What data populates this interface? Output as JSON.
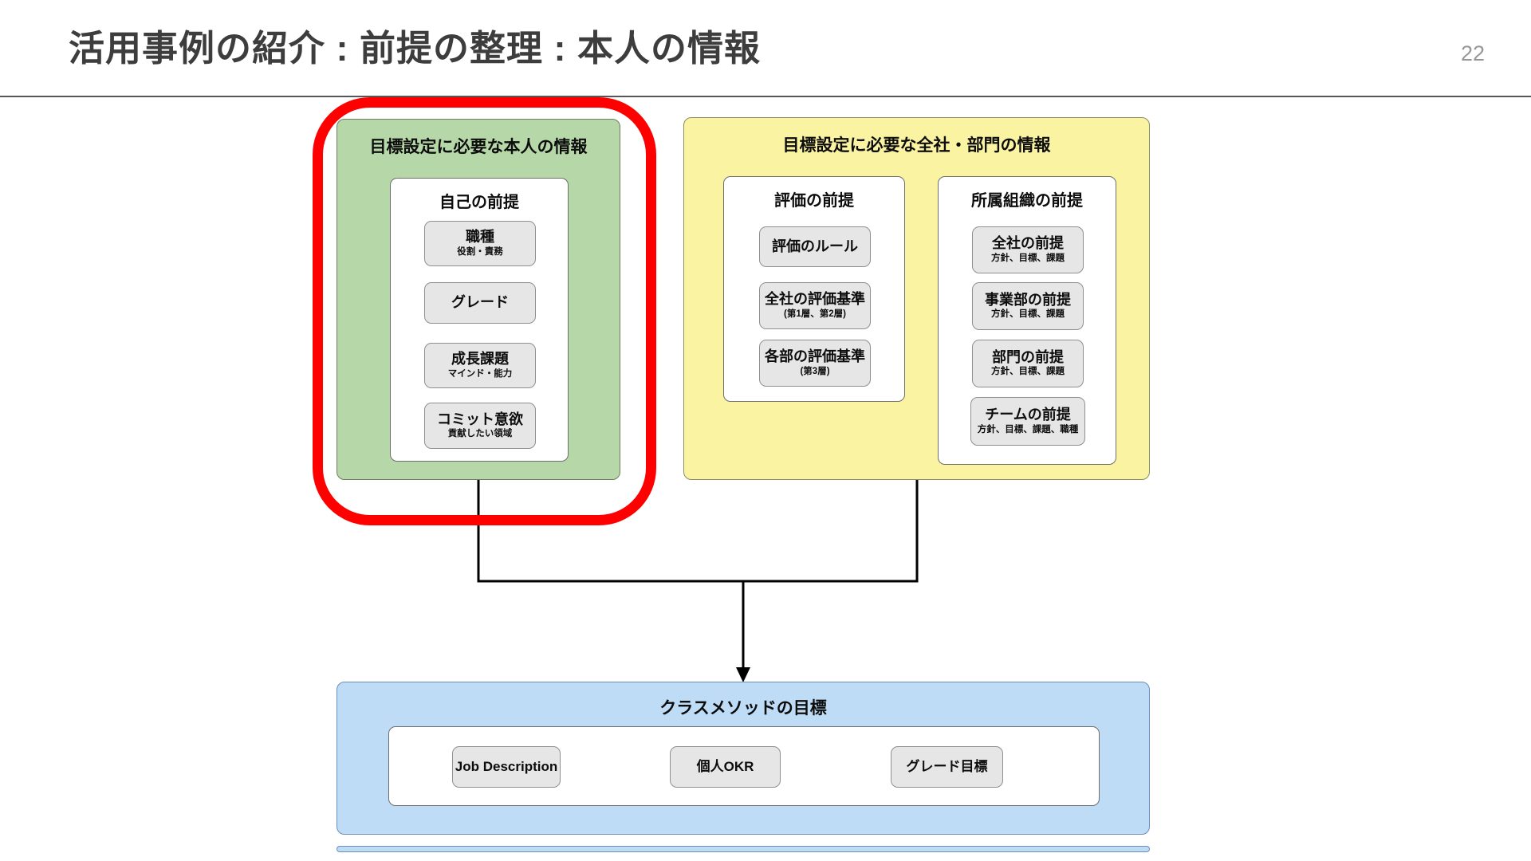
{
  "slide": {
    "title": "活用事例の紹介 : 前提の整理 : 本人の情報",
    "page_number": "22"
  },
  "colors": {
    "green_panel_fill": "#b6d7a8",
    "yellow_panel_fill": "#faf3a2",
    "blue_panel_fill": "#bedcf5",
    "blue_panel_border": "#6c8ebf",
    "item_fill": "#e6e6e6",
    "highlight_ring_red": "#fe0000",
    "title_text": "#3d3d3d"
  },
  "self_panel": {
    "title": "目標設定に必要な本人の情報",
    "group": {
      "title": "自己の前提",
      "items": [
        {
          "label": "職種",
          "sub": "役割・責務"
        },
        {
          "label": "グレード"
        },
        {
          "label": "成長課題",
          "sub": "マインド・能力"
        },
        {
          "label": "コミット意欲",
          "sub": "貢献したい領域"
        }
      ]
    }
  },
  "company_panel": {
    "title": "目標設定に必要な全社・部門の情報",
    "groups": [
      {
        "title": "評価の前提",
        "items": [
          {
            "label": "評価のルール"
          },
          {
            "label": "全社の評価基準",
            "sub": "(第1層、第2層)"
          },
          {
            "label": "各部の評価基準",
            "sub": "(第3層)"
          }
        ]
      },
      {
        "title": "所属組織の前提",
        "items": [
          {
            "label": "全社の前提",
            "sub": "方針、目標、課題"
          },
          {
            "label": "事業部の前提",
            "sub": "方針、目標、課題"
          },
          {
            "label": "部門の前提",
            "sub": "方針、目標、課題"
          },
          {
            "label": "チームの前提",
            "sub": "方針、目標、課題、職種"
          }
        ]
      }
    ]
  },
  "goal_panel": {
    "title": "クラスメソッドの目標",
    "items": [
      {
        "label": "Job Description"
      },
      {
        "label": "個人OKR"
      },
      {
        "label": "グレード目標"
      }
    ]
  }
}
